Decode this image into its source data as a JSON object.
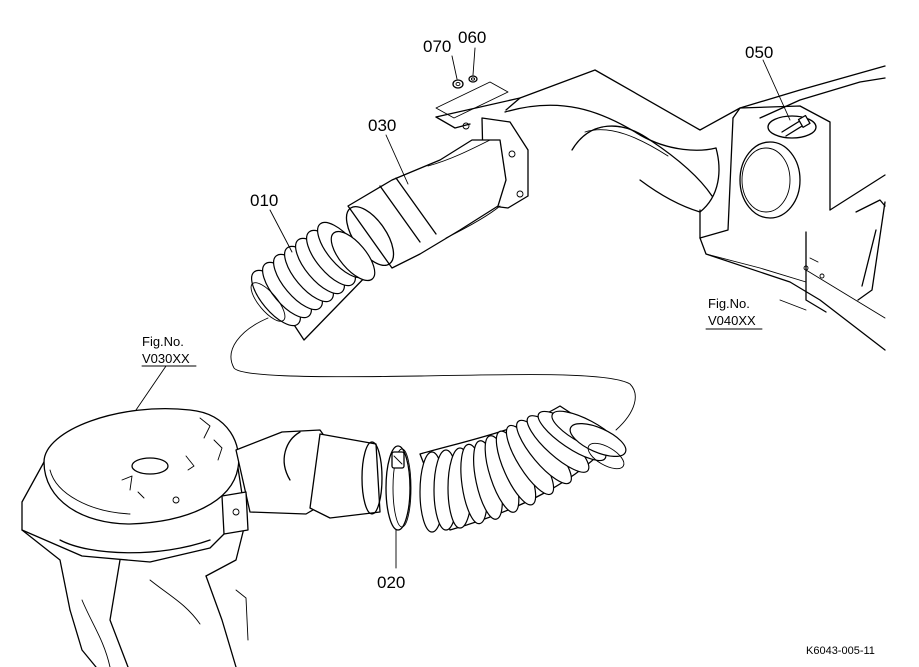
{
  "callouts": {
    "p010": "010",
    "p020": "020",
    "p030": "030",
    "p050": "050",
    "p060": "060",
    "p070": "070"
  },
  "refs": {
    "left_line1": "Fig.No.",
    "left_line2": "V030XX",
    "right_line1": "Fig.No.",
    "right_line2": "V040XX"
  },
  "drawing_code": "K6043-005-11"
}
